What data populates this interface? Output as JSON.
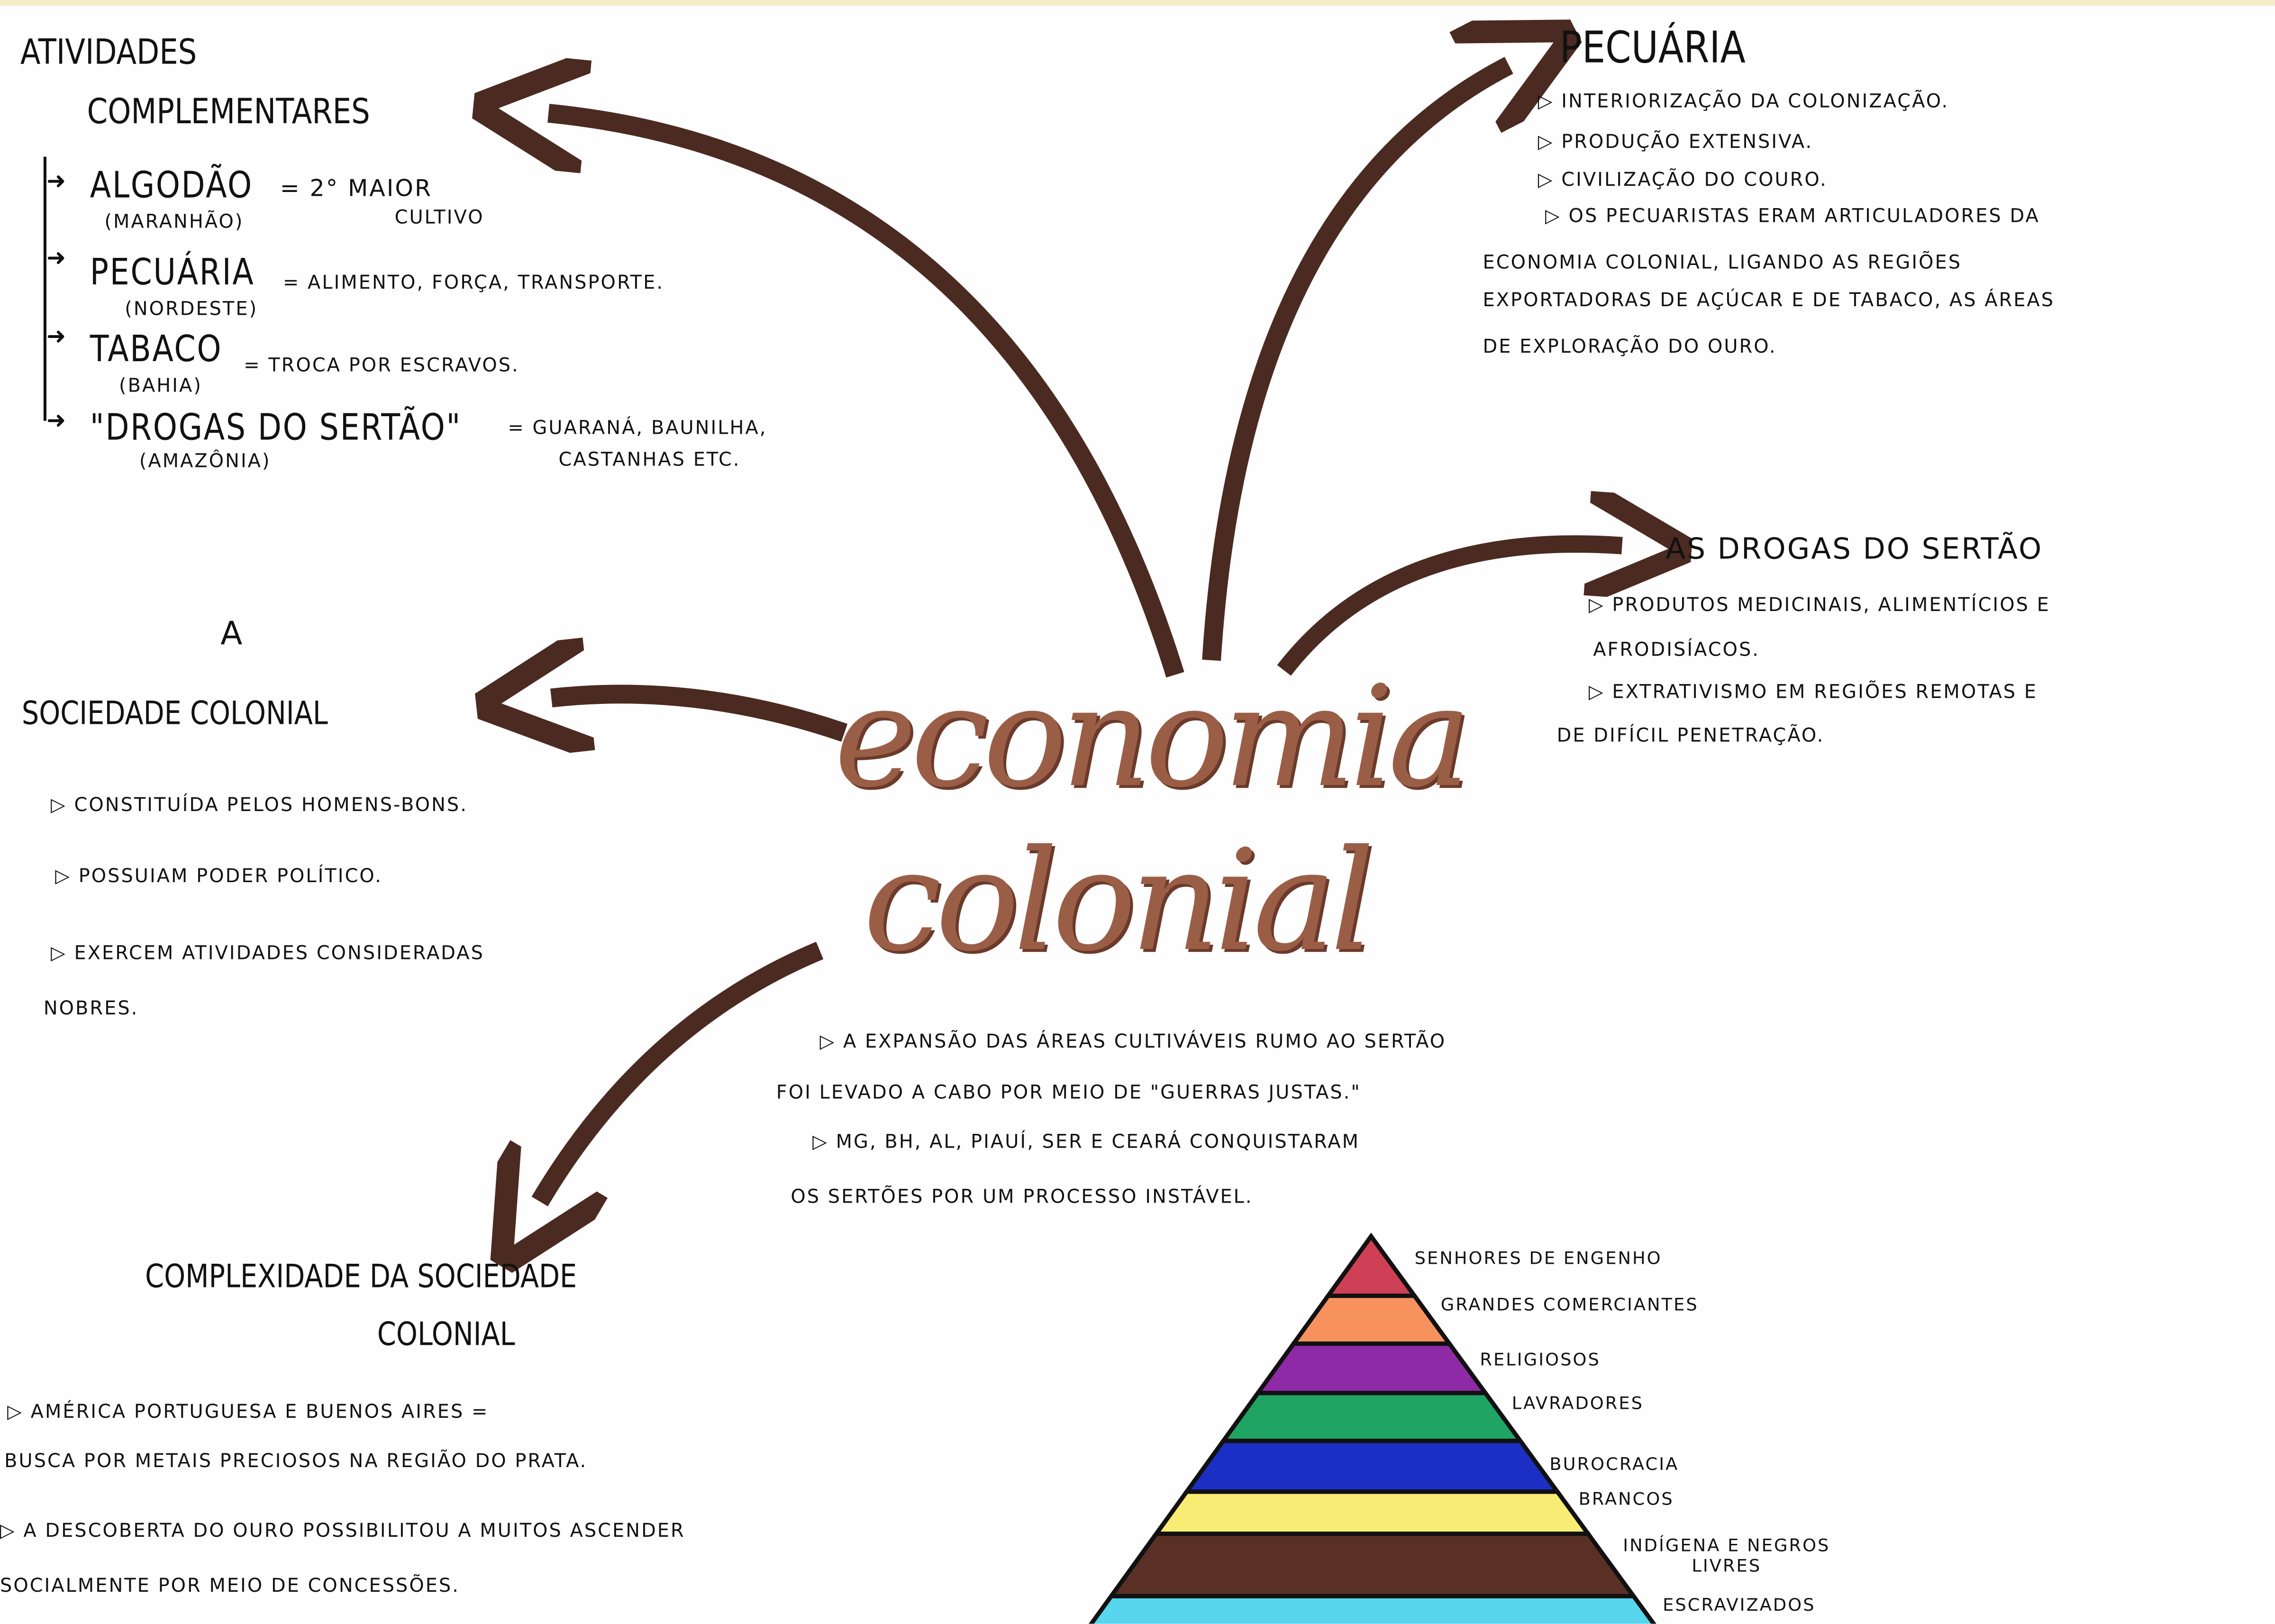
{
  "center": {
    "line1": "economia",
    "line2": "colonial"
  },
  "atividades": {
    "title1": "ATIVIDADES",
    "title2": "COMPLEMENTARES",
    "items": [
      {
        "name": "ALGODÃO",
        "region": "(MARANHÃO)",
        "desc1": "= 2° MAIOR",
        "desc2": "CULTIVO"
      },
      {
        "name": "PECUÁRIA",
        "region": "(NORDESTE)",
        "desc1": "= ALIMENTO, FORÇA, TRANSPORTE."
      },
      {
        "name": "TABACO",
        "region": "(BAHIA)",
        "desc1": "= TROCA POR ESCRAVOS."
      },
      {
        "name": "\"DROGAS DO SERTÃO\"",
        "region": "(AMAZÔNIA)",
        "desc1": "= GUARANÁ, BAUNILHA,",
        "desc2": "CASTANHAS ETC."
      }
    ]
  },
  "pecuaria": {
    "title": "PECUÁRIA",
    "lines": [
      "▷ INTERIORIZAÇÃO DA COLONIZAÇÃO.",
      "▷ PRODUÇÃO EXTENSIVA.",
      "▷ CIVILIZAÇÃO DO COURO.",
      "▷ OS PECUARISTAS ERAM ARTICULADORES DA",
      "ECONOMIA COLONIAL, LIGANDO AS REGIÕES",
      "EXPORTADORAS DE AÇÚCAR E DE TABACO, AS ÁREAS",
      "DE EXPLORAÇÃO DO OURO."
    ]
  },
  "drogas": {
    "title": "AS DROGAS DO SERTÃO",
    "lines": [
      "▷ PRODUTOS MEDICINAIS, ALIMENTÍCIOS E",
      "AFRODISÍACOS.",
      "▷ EXTRATIVISMO EM REGIÕES REMOTAS E",
      "DE DIFÍCIL PENETRAÇÃO."
    ]
  },
  "sociedade": {
    "title1": "A",
    "title2": "SOCIEDADE COLONIAL",
    "lines": [
      "▷ CONSTITUÍDA PELOS HOMENS-BONS.",
      "▷ POSSUIAM PODER POLÍTICO.",
      "▷ EXERCEM ATIVIDADES CONSIDERADAS",
      "NOBRES."
    ]
  },
  "expansao": {
    "lines": [
      "▷ A EXPANSÃO DAS ÁREAS CULTIVÁVEIS RUMO AO SERTÃO",
      "FOI LEVADO A CABO POR MEIO DE \"GUERRAS JUSTAS.\"",
      "▷ MG, BH, AL, PIAUÍ, SER E CEARÁ CONQUISTARAM",
      "OS SERTÕES POR UM PROCESSO INSTÁVEL."
    ]
  },
  "complexidade": {
    "title1": "COMPLEXIDADE DA SOCIEDADE",
    "title2": "COLONIAL",
    "lines": [
      "▷ AMÉRICA PORTUGUESA E BUENOS AIRES =",
      "BUSCA POR METAIS PRECIOSOS NA REGIÃO DO PRATA.",
      "▷ A DESCOBERTA DO OURO POSSIBILITOU A MUITOS ASCENDER",
      "SOCIALMENTE POR MEIO DE CONCESSÕES."
    ]
  },
  "pyramid": {
    "layers": [
      {
        "label": "SENHORES DE ENGENHO",
        "color": "#cf3f55"
      },
      {
        "label": "GRANDES COMERCIANTES",
        "color": "#f7925f"
      },
      {
        "label": "RELIGIOSOS",
        "color": "#8e2aa6"
      },
      {
        "label": "LAVRADORES",
        "color": "#1fa464"
      },
      {
        "label": "BUROCRACIA",
        "color": "#1c2fc4"
      },
      {
        "label": "BRANCOS",
        "color": "#f8ec74"
      },
      {
        "label": "INDÍGENA E NEGROS LIVRES",
        "color": "#5a3026"
      },
      {
        "label": "ESCRAVIZADOS",
        "color": "#57d6ee"
      }
    ]
  },
  "colors": {
    "arrow": "#4b2a22",
    "title": "#9a5e47"
  }
}
